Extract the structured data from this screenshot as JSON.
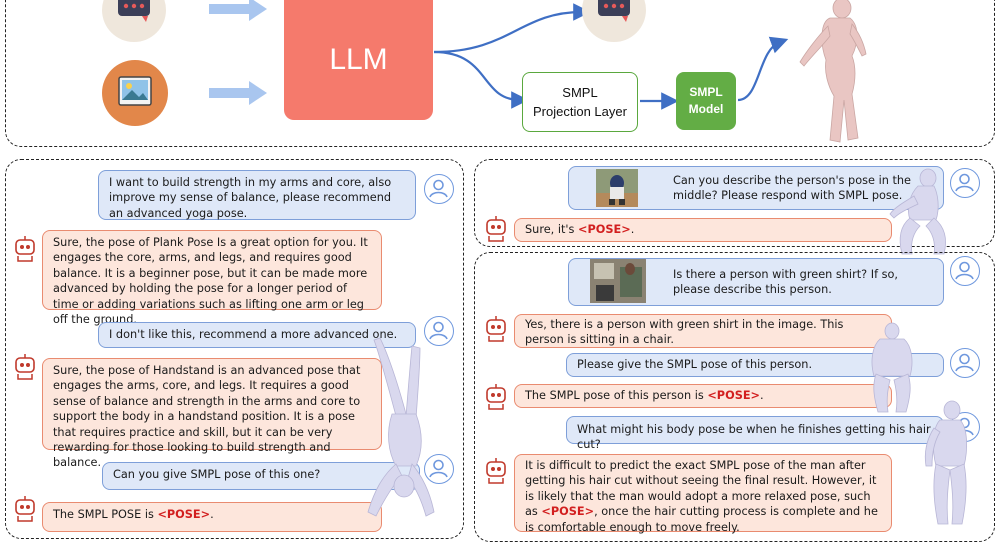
{
  "pipeline": {
    "llm_label": "LLM",
    "projection_line1": "SMPL",
    "projection_line2": "Projection Layer",
    "model_line1": "SMPL",
    "model_line2": "Model"
  },
  "left_chat": [
    {
      "role": "user",
      "text": "I want to build strength in my arms and core, also improve my sense of balance, please recommend an advanced yoga pose."
    },
    {
      "role": "bot",
      "text": "Sure, the pose of Plank Pose Is a great option for you. It engages the core, arms, and legs, and requires good balance. It is a beginner pose, but it can be made more advanced by holding the pose for a longer period of time or adding variations such as lifting one arm or leg off the ground."
    },
    {
      "role": "user",
      "text": "I don't like this, recommend a more advanced one."
    },
    {
      "role": "bot",
      "text": "Sure, the pose of Handstand is an advanced pose that engages the arms, core, and legs. It requires a good sense of balance and strength in the arms and core to support the body in a handstand position. It is a pose that requires practice and skill, but it can be very rewarding for those looking to build strength and balance."
    },
    {
      "role": "user",
      "text": "Can you give SMPL pose of this one?"
    },
    {
      "role": "bot",
      "prefix": "The SMPL POSE is ",
      "token": "<POSE>",
      "suffix": "."
    }
  ],
  "right_top_chat": [
    {
      "role": "user",
      "text": "Can you describe the person's pose in the middle? Please respond with SMPL pose."
    },
    {
      "role": "bot",
      "prefix": "Sure, it's ",
      "token": "<POSE>",
      "suffix": "."
    }
  ],
  "right_bottom_chat": [
    {
      "role": "user",
      "text": "Is there a person with green shirt? If so, please describe this person."
    },
    {
      "role": "bot",
      "text": "Yes, there is a person with green shirt in the image. This person is sitting in a chair."
    },
    {
      "role": "user",
      "text": "Please give the SMPL pose of this person."
    },
    {
      "role": "bot",
      "prefix": "The SMPL pose of this person is ",
      "token": "<POSE>",
      "suffix": "."
    },
    {
      "role": "user",
      "text": "What might his body pose be when he finishes getting his hair cut?"
    },
    {
      "role": "bot",
      "prefix": "It is difficult to predict the exact SMPL pose of the man after getting his hair cut without seeing the final result. However, it is likely that the man would adopt a more relaxed pose, such as ",
      "token": "<POSE>",
      "suffix": ", once the hair cutting process is complete and he is comfortable enough to move freely."
    }
  ],
  "colors": {
    "llm": "#f57a6c",
    "green": "#63ad45",
    "user_bg": "#dfe8f8",
    "bot_bg": "#fde6dc",
    "pose_token": "#d21f1f",
    "arrow": "#3f6fc4"
  }
}
